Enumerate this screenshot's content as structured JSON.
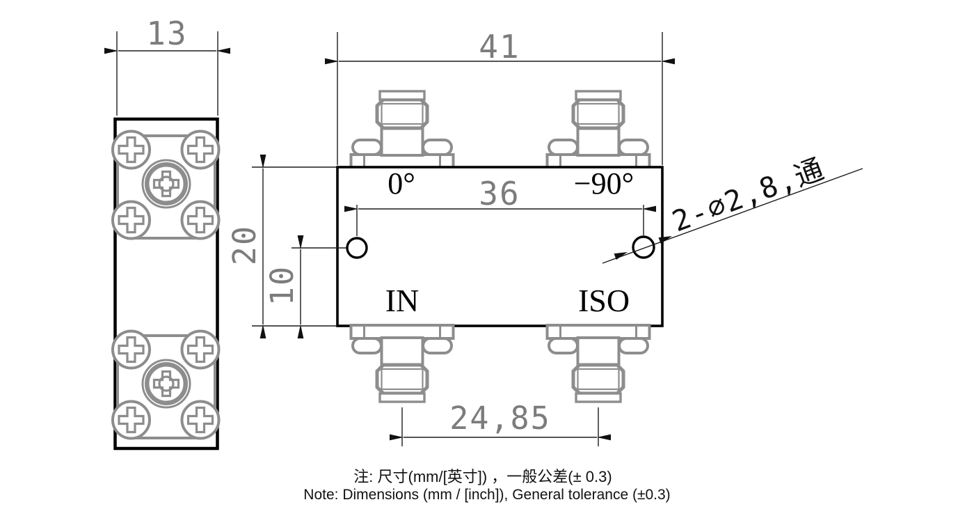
{
  "drawing": {
    "side_view": {
      "width_label": "13"
    },
    "front_view": {
      "length_label": "41",
      "hole_spacing_label": "36",
      "height_label": "20",
      "hole_offset_label": "10",
      "port_spacing_label": "24,85",
      "hole_callout": "2-∅2,8,通",
      "ports": {
        "phase_left": "0°",
        "phase_right": "−90°",
        "input": "IN",
        "isolated": "ISO"
      }
    },
    "notes": {
      "zh": "注: 尺寸(mm/[英寸]) ，一般公差(± 0.3)",
      "en": "Note: Dimensions (mm / [inch]), General tolerance (±0.3)"
    },
    "colors": {
      "outline": "#000000",
      "hardware": "#8d8d8d",
      "dimension_line": "#1c1c1c",
      "dimension_text": "#7c7c7c",
      "background": "#ffffff"
    }
  }
}
